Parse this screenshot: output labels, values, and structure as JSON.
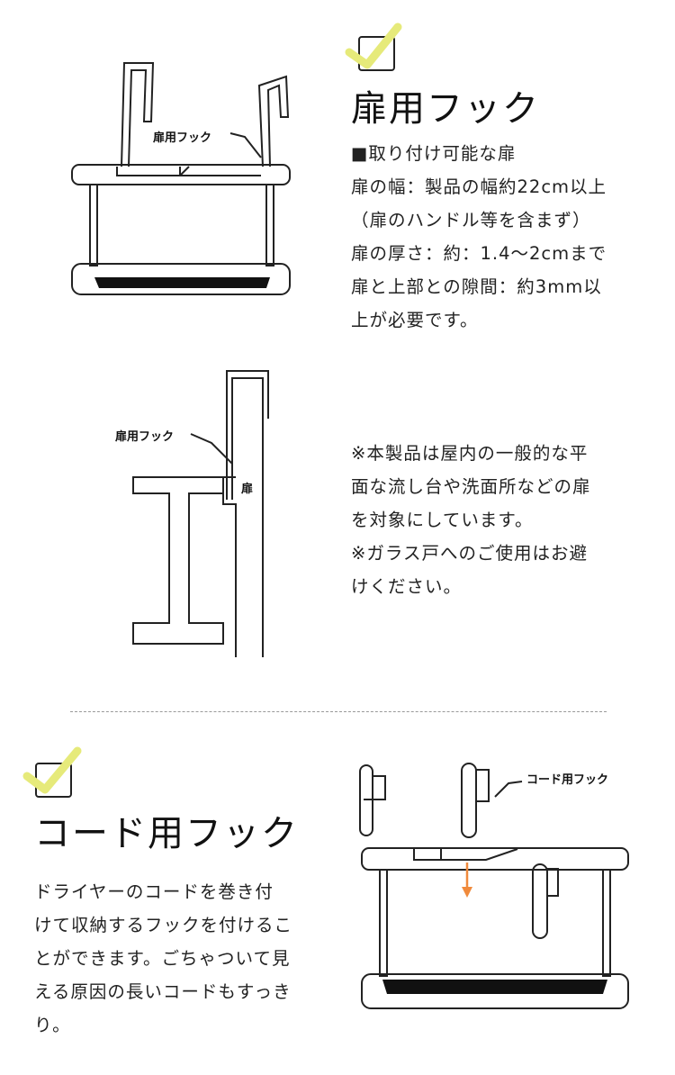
{
  "door_hook": {
    "title": "扉用フック",
    "specs": [
      "■取り付け可能な扉",
      "扉の幅：製品の幅約22cm以上",
      "（扉のハンドル等を含まず）",
      "扉の厚さ：約：1.4〜2cmまで",
      "扉と上部との隙間：約3mm以",
      "上が必要です。"
    ],
    "diagram_label_top": "扉用フック",
    "diagram_label_side": "扉用フック",
    "door_label": "扉",
    "notes": [
      "※本製品は屋内の一般的な平",
      "面な流し台や洗面所などの扉",
      "を対象にしています。",
      "※ガラス戸へのご使用はお避",
      "けください。"
    ]
  },
  "cord_hook": {
    "title": "コード用フック",
    "description": [
      "ドライヤーのコードを巻き付",
      "けて収納するフックを付けるこ",
      "とができます。ごちゃついて見",
      "える原因の長いコードもすっき",
      "り。"
    ],
    "diagram_label": "コード用フック"
  },
  "colors": {
    "check": "#e6ea7a",
    "arrow": "#f08a3c"
  }
}
